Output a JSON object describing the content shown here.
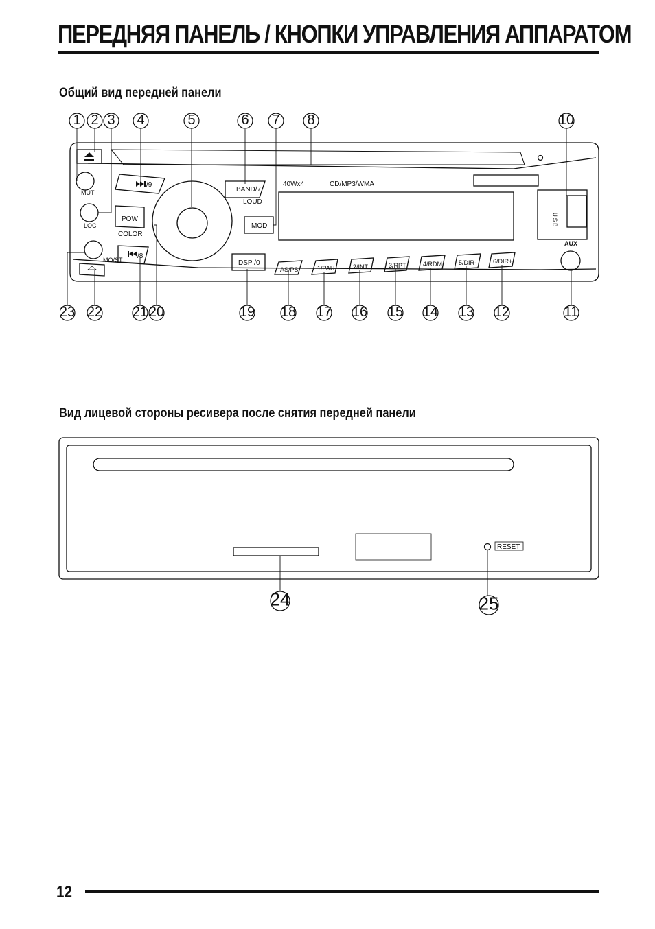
{
  "page": {
    "title": "ПЕРЕДНЯЯ ПАНЕЛЬ / КНОПКИ УПРАВЛЕНИЯ АППАРАТОМ",
    "section1_heading": "Общий вид передней панели",
    "section2_heading": "Вид лицевой стороны ресивера после снятия передней панели",
    "page_number": "12"
  },
  "front_panel": {
    "labels": {
      "mut": "MUT",
      "loc": "LOC",
      "mo_st": "MO/ST",
      "next": "/9",
      "prev": "/8",
      "pow": "POW",
      "color": "COLOR",
      "band": "BAND/7",
      "loud": "LOUD",
      "mod": "MOD",
      "dsp": "DSP /0",
      "power_rating": "40Wx4",
      "formats": "CD/MP3/WMA",
      "usb": "USB",
      "aux": "AUX",
      "preset_buttons": [
        "AS/PS",
        "1/PAU",
        "2/INT",
        "3/RPT",
        "4/RDM",
        "5/DIR-",
        "6/DIR+"
      ]
    },
    "callouts_top": [
      "1",
      "2",
      "3",
      "4",
      "5",
      "6",
      "7",
      "8",
      "10"
    ],
    "callouts_bottom": [
      "23",
      "22",
      "21",
      "20",
      "19",
      "18",
      "17",
      "16",
      "15",
      "14",
      "13",
      "12",
      "11"
    ]
  },
  "faceplate_view": {
    "reset_label": "RESET",
    "callouts": [
      "24",
      "25"
    ]
  }
}
